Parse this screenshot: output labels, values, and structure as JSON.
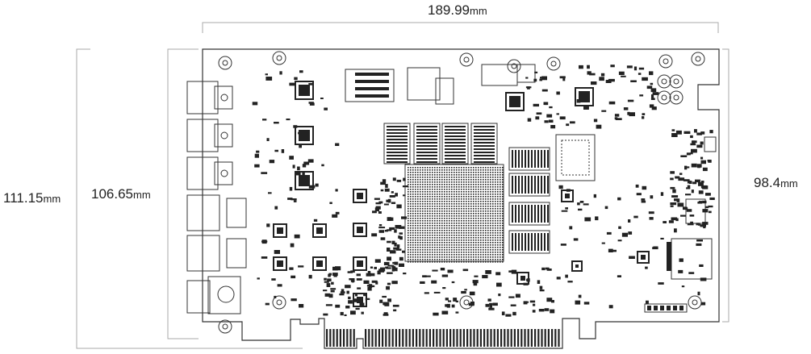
{
  "dimensions": {
    "width": {
      "value": "189.99",
      "unit": "mm"
    },
    "height_full": {
      "value": "111.15",
      "unit": "mm"
    },
    "height_board": {
      "value": "106.65",
      "unit": "mm"
    },
    "height_right": {
      "value": "98.4",
      "unit": "mm"
    }
  },
  "colors": {
    "outline": "#333333",
    "dim_line": "#aaaaaa",
    "part": "#222222"
  }
}
